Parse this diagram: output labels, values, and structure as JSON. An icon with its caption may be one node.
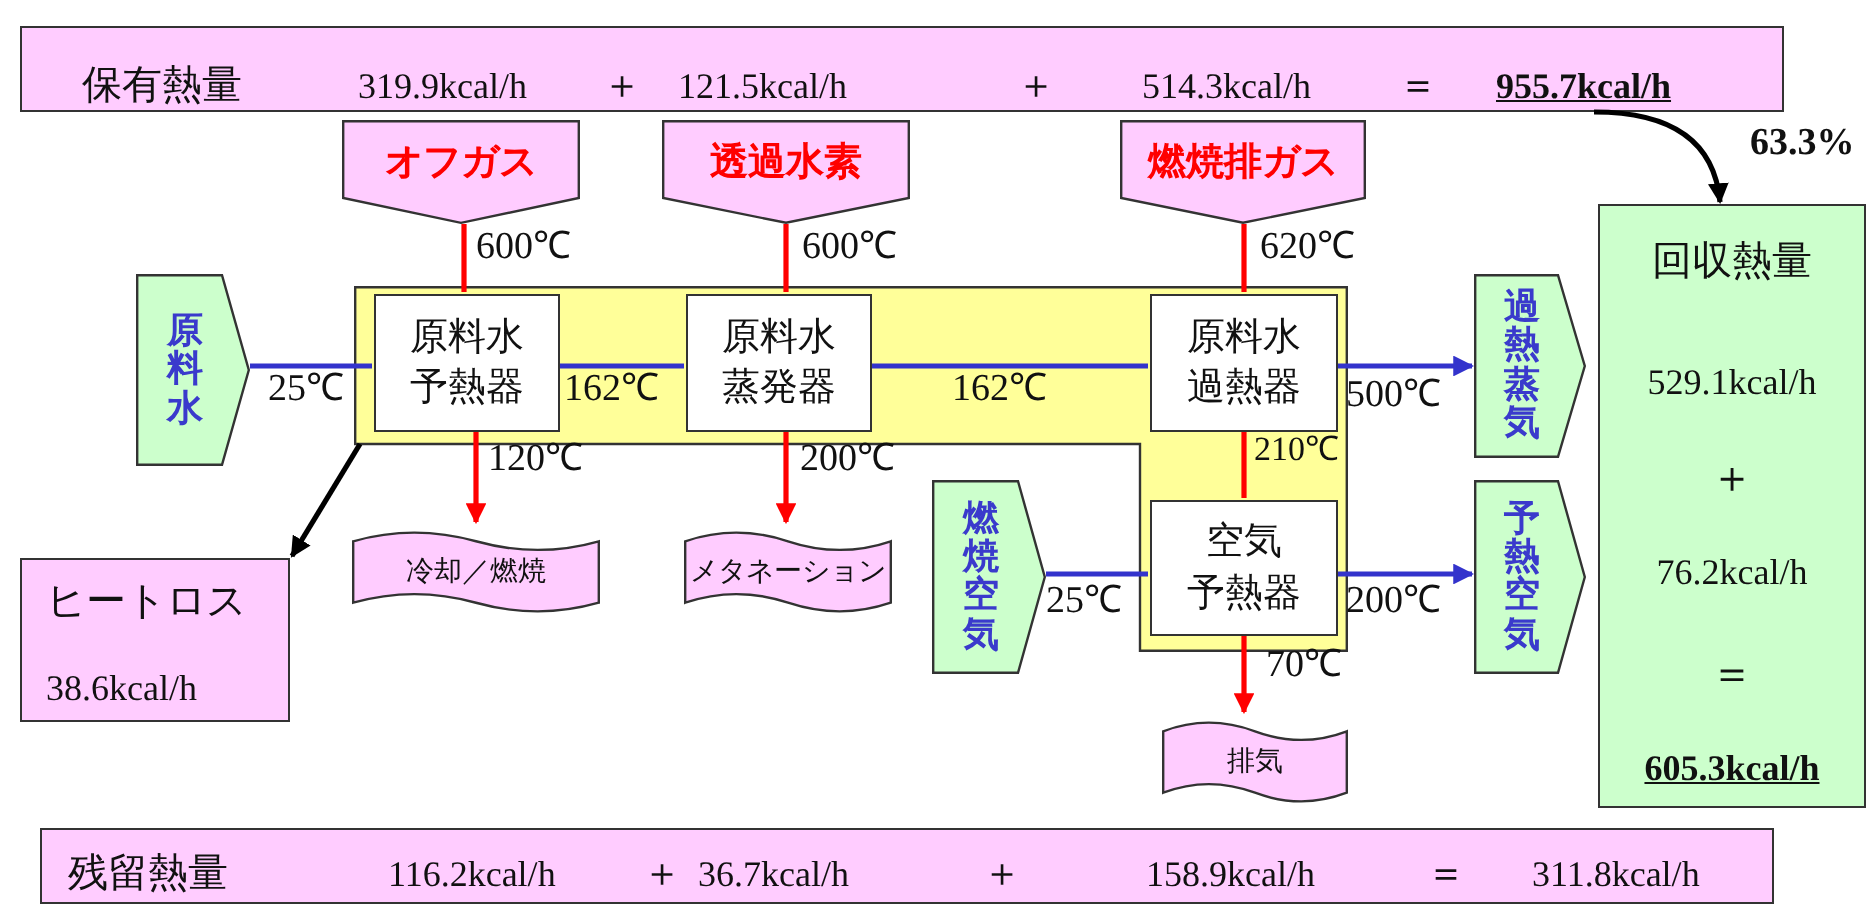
{
  "diagram": {
    "nodes": [
      {
        "text": [
          "保有熱量",
          "319.9kcal/h",
          "＋",
          "121.5kcal/h",
          "＋",
          "514.3kcal/h",
          "＝",
          "955.7kcal/h"
        ]
      },
      {
        "text": [
          "オフガス"
        ]
      },
      {
        "text": [
          "透過水素"
        ]
      },
      {
        "text": [
          "燃焼排ガス"
        ]
      },
      {
        "text": [
          "原料水"
        ]
      },
      {
        "text": [],
        "shape": "box"
      },
      {
        "text": [
          "原料水予熱器"
        ],
        "in": 5
      },
      {
        "text": [
          "原料水蒸発器"
        ],
        "in": 5
      },
      {
        "text": [
          "原料水過熱器"
        ],
        "in": 5
      },
      {
        "text": [
          "空気予熱器"
        ],
        "in": 5
      },
      {
        "text": [
          "過熱蒸気"
        ]
      },
      {
        "text": [
          "燃焼空気"
        ]
      },
      {
        "text": [
          "予熱空気"
        ]
      },
      {
        "text": [
          "回収熱量",
          "529.1kcal/h",
          "＋",
          "76.2kcal/h",
          "＝",
          "605.3kcal/h"
        ]
      },
      {
        "text": [
          "ヒートロス",
          "38.6kcal/h"
        ]
      },
      {
        "text": [
          "冷却／燃焼"
        ]
      },
      {
        "text": [
          "メタネーション"
        ]
      },
      {
        "text": [
          "排気"
        ]
      },
      {
        "text": [
          "残留熱量",
          "116.2kcal/h",
          "＋",
          "36.7kcal/h",
          "＋",
          "158.9kcal/h",
          "＝",
          "311.8kcal/h"
        ]
      }
    ],
    "edges": [
      {
        "from": 1,
        "to": 6,
        "arrow": "none",
        "label": "600℃",
        "color": "#ff0000"
      },
      {
        "from": 6,
        "to": 15,
        "arrow": "to",
        "label": "120℃",
        "color": "#ff0000"
      },
      {
        "from": 2,
        "to": 7,
        "arrow": "none",
        "label": "600℃",
        "color": "#ff0000"
      },
      {
        "from": 7,
        "to": 16,
        "arrow": "to",
        "label": "200℃",
        "color": "#ff0000"
      },
      {
        "from": 3,
        "to": 8,
        "arrow": "none",
        "label": "620℃",
        "color": "#ff0000"
      },
      {
        "from": 8,
        "to": 9,
        "arrow": "none",
        "label": "210℃",
        "color": "#ff0000"
      },
      {
        "from": 9,
        "to": 17,
        "arrow": "to",
        "label": "70℃",
        "color": "#ff0000"
      },
      {
        "from": 4,
        "to": 6,
        "arrow": "none",
        "label": "25℃",
        "color": "#3333cc"
      },
      {
        "from": 6,
        "to": 7,
        "arrow": "none",
        "label": "162℃",
        "color": "#3333cc"
      },
      {
        "from": 7,
        "to": 8,
        "arrow": "none",
        "label": "162℃",
        "color": "#3333cc"
      },
      {
        "from": 8,
        "to": 10,
        "arrow": "to",
        "label": "500℃",
        "color": "#3333cc"
      },
      {
        "from": 11,
        "to": 9,
        "arrow": "none",
        "label": "25℃",
        "color": "#3333cc"
      },
      {
        "from": 9,
        "to": 12,
        "arrow": "to",
        "label": "200℃",
        "color": "#3333cc"
      },
      {
        "from": 0,
        "to": 13,
        "arrow": "to",
        "label": "63.3%",
        "color": "#000000"
      },
      {
        "from": 5,
        "to": 14,
        "arrow": "to",
        "color": "#000000"
      }
    ]
  }
}
